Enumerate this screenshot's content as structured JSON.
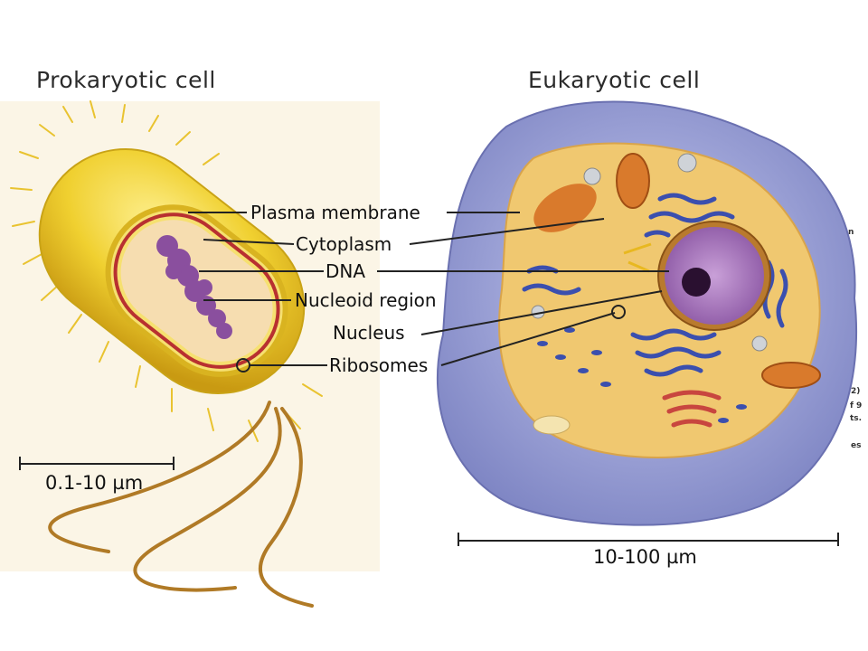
{
  "figure": {
    "prokaryote_title": "Prokaryotic cell",
    "eukaryote_title": "Eukaryotic cell",
    "labels": {
      "plasma_membrane": "Plasma membrane",
      "cytoplasm": "Cytoplasm",
      "dna": "DNA",
      "nucleoid_region": "Nucleoid region",
      "nucleus": "Nucleus",
      "ribosomes": "Ribosomes"
    },
    "prokaryote_scale": "0.1-10 µm",
    "eukaryote_scale": "10-100 µm"
  },
  "background_fragments": [
    "n",
    "2)",
    "f 9",
    "ts.",
    "es"
  ],
  "colors": {
    "prokaryote_body": "#f0d030",
    "prokaryote_membrane": "#b83030",
    "nucleoid": "#8a4f9e",
    "eukaryote_membrane": "#8f96cf",
    "eukaryote_cytoplasm": "#f0c870",
    "nucleus": "#a975b8",
    "er": "#3b4fae",
    "mitochondria": "#d97a2c",
    "leader_lines": "#222222"
  }
}
